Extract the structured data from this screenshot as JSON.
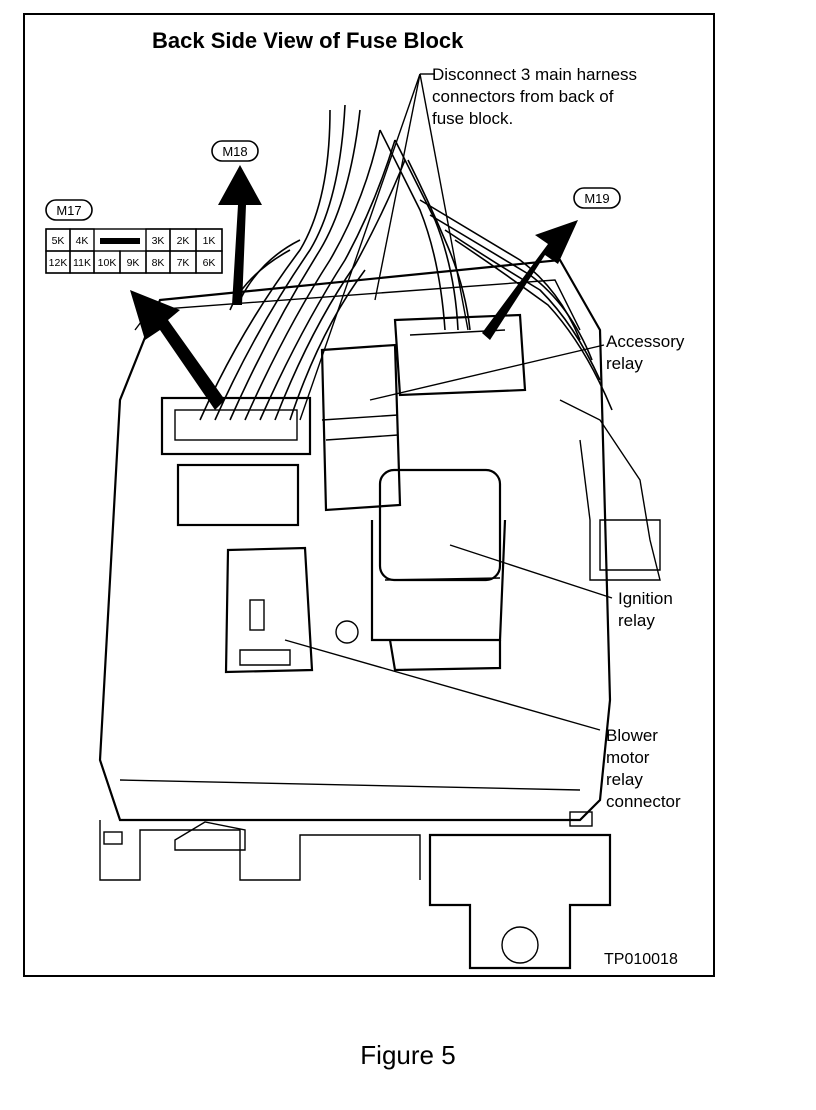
{
  "title": "Back Side View of Fuse Block",
  "callouts": {
    "harness": [
      "Disconnect 3 main harness",
      "connectors from back of",
      "fuse block."
    ],
    "accessory": [
      "Accessory",
      "relay"
    ],
    "ignition": [
      "Ignition",
      "relay"
    ],
    "blower": [
      "Blower",
      "motor",
      "relay",
      "connector"
    ]
  },
  "connectors": {
    "m17": "M17",
    "m18": "M18",
    "m19": "M19"
  },
  "m17_pins": {
    "top": [
      "5K",
      "4K",
      "",
      "3K",
      "2K",
      "1K"
    ],
    "bottom": [
      "12K",
      "11K",
      "10K",
      "9K",
      "8K",
      "7K",
      "6K"
    ]
  },
  "ref_code": "TP010018",
  "figure_caption": "Figure 5"
}
